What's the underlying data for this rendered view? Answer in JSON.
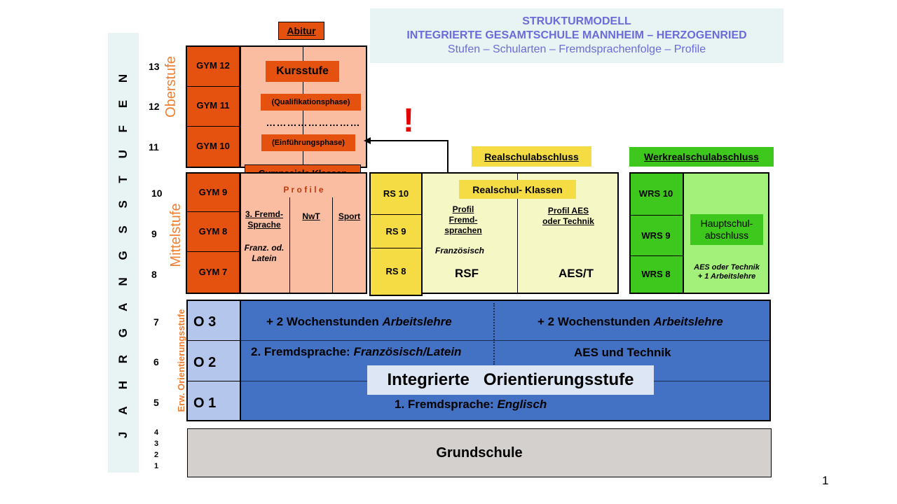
{
  "title": {
    "line1": "STRUKTURMODELL",
    "line2": "INTEGRIERTE GESAMTSCHULE MANNHEIM – HERZOGENRIED",
    "line3": "Stufen – Schularten – Fremdsprachenfolge – Profile"
  },
  "side_label": "J A H R G A N G S S T U F E N",
  "grade_numbers": [
    "13",
    "12",
    "11",
    "10",
    "9",
    "8",
    "7",
    "6",
    "5",
    "4",
    "3",
    "2",
    "1"
  ],
  "stage_labels": {
    "oberstufe": "Oberstufe",
    "mittelstufe": "Mittelstufe",
    "orientierung": "Erw. Orientierungsstufe"
  },
  "gym": {
    "abitur": "Abitur",
    "upper": [
      "GYM 12",
      "GYM 11",
      "GYM 10"
    ],
    "kursstufe": "Kursstufe",
    "qualifikation": "(Qualifikationsphase)",
    "dots": "………………………",
    "einfuehrung": "(Einführungsphase)",
    "klassen": "Gymnasiale Klassen",
    "lower": [
      "GYM 9",
      "GYM 8",
      "GYM 7"
    ],
    "profile_label": "P r o f i l e",
    "fremd": "3. Fremd-Sprache",
    "franz": "Franz. od. Latein",
    "nwt": "NwT",
    "sport": "Sport"
  },
  "warning": "!",
  "realschule": {
    "abschluss": "Realschulabschluss",
    "klassen": "Realschul- Klassen",
    "grades": [
      "RS 10",
      "RS 9",
      "RS 8"
    ],
    "profil1": "Profil Fremd-sprachen",
    "profil1_sub": "Französisch",
    "rsf": "RSF",
    "profil2": "Profil AES oder Technik",
    "aest": "AES/T"
  },
  "werkreal": {
    "abschluss": "Werkrealschulabschluss",
    "grades": [
      "WRS 10",
      "WRS 9",
      "WRS 8"
    ],
    "haupt": "Hauptschul-abschluss",
    "aes": "AES oder Technik + 1 Arbeitslehre"
  },
  "orient": {
    "grades": [
      "O 3",
      "O 2",
      "O 1"
    ],
    "wochen_left_prefix": "+ 2 Wochenstunden ",
    "wochen_left_em": "Arbeitslehre",
    "wochen_right_prefix": "+ 2 Wochenstunden ",
    "wochen_right_em": "Arbeitslehre",
    "fremd2_prefix": "2. Fremdsprache: ",
    "fremd2_em": "Französisch/Latein",
    "aes_technik": "AES und Technik",
    "integrierte": "Integrierte   Orientierungsstufe",
    "fremd1_prefix": "1. Fremdsprache: ",
    "fremd1_em": "Englisch"
  },
  "grundschule": "Grundschule",
  "page_number": "1",
  "colors": {
    "orange": "#e5520f",
    "peach": "#fbbda2",
    "yellow": "#f5dc45",
    "green": "#3ec81e",
    "blue": "#4372c4",
    "title": "#6b6bd9"
  }
}
